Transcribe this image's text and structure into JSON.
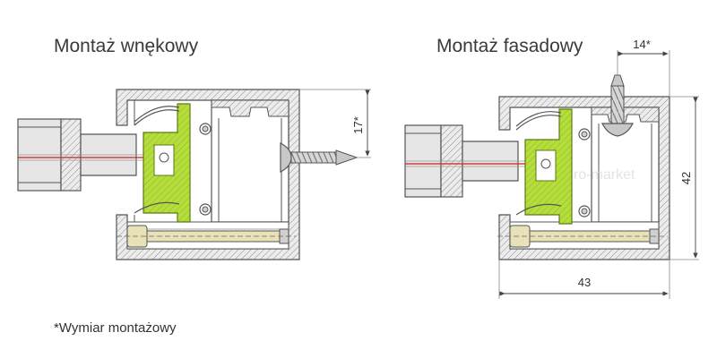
{
  "titles": {
    "left": "Montaż wnękowy",
    "right": "Montaż fasadowy"
  },
  "footnote": "*Wymiar montażowy",
  "dimensions": {
    "left_vertical": "17*",
    "right_top": "14*",
    "right_vertical": "42",
    "right_bottom": "43"
  },
  "watermark": "ro-market",
  "colors": {
    "profile_fill": "#e6e6e6",
    "profile_stroke": "#555555",
    "hatch": "#9a9a9a",
    "gasket": "#b5dd3c",
    "gasket_stroke": "#5d7a12",
    "rod": "#e9e2b8",
    "screw": "#c8c8c8",
    "red_line": "#d23a3a"
  }
}
